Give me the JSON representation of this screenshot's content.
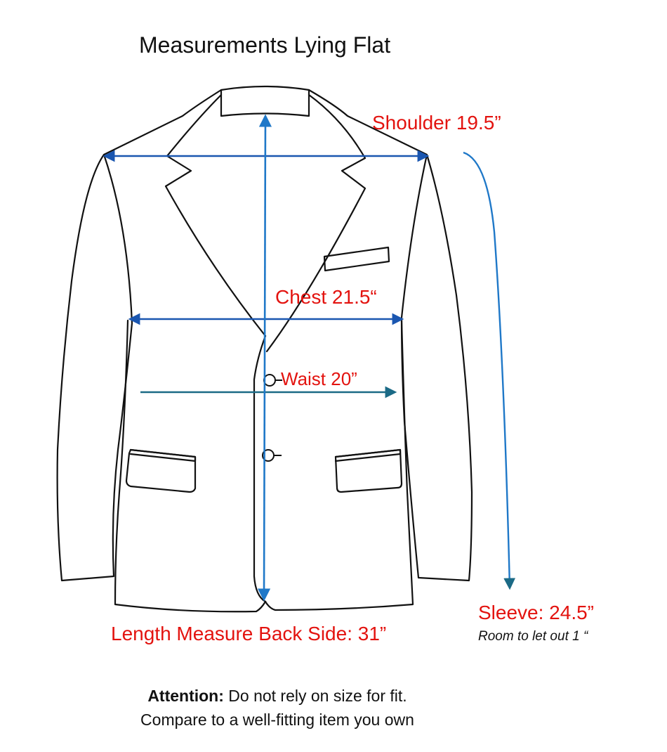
{
  "title": "Measurements Lying Flat",
  "measurements": {
    "shoulder": "Shoulder 19.5”",
    "chest": "Chest 21.5“",
    "waist": "Waist  20”",
    "length": "Length Measure Back Side:  31”",
    "sleeve": "Sleeve:  24.5”",
    "room_to_let_out": "Room to let out   1 “"
  },
  "note": {
    "label": "Attention:",
    "line1": " Do not rely on size for fit.",
    "line2": "Compare to a well-fitting item you own"
  },
  "colors": {
    "label_red": "#e3130f",
    "arrow_blue": "#1a56b0",
    "arrow_light_blue": "#1f78c8",
    "arrow_teal": "#1b6a86",
    "outline": "#111111"
  },
  "icons": {
    "garment": "blazer-outline-icon",
    "buttons": "button-icon"
  }
}
